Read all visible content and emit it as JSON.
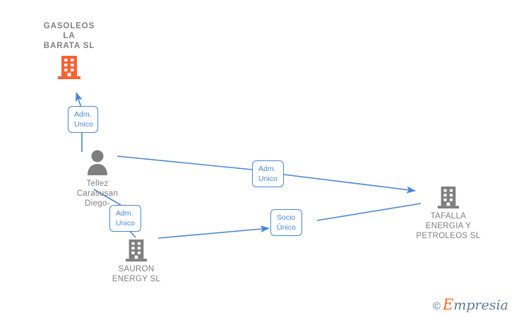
{
  "diagram": {
    "type": "corporate-relationship-graph",
    "colors": {
      "company_highlight": "#f96132",
      "company_default": "#7f7f7f",
      "person": "#7f7f7f",
      "edge": "#4a86d6",
      "chip_border": "#4a86d6",
      "chip_text": "#4a86d6",
      "label_text": "#808080",
      "background": "#ffffff"
    },
    "nodes": [
      {
        "id": "gasoleos",
        "kind": "company",
        "icon": "building-icon",
        "label": "GASOLEOS\nLA\nBARATA  SL",
        "highlighted": true
      },
      {
        "id": "person",
        "kind": "person",
        "icon": "person-icon",
        "label": "Tellez\nCarasusan\nDiego-",
        "highlighted": false
      },
      {
        "id": "tafalla",
        "kind": "company",
        "icon": "building-icon",
        "label": "TAFALLA\nENERGIA Y\nPETROLEOS SL",
        "highlighted": false
      },
      {
        "id": "sauron",
        "kind": "company",
        "icon": "building-icon",
        "label": "SAURON\nENERGY  SL",
        "highlighted": false
      }
    ],
    "edges": [
      {
        "id": "person-to-gasoleos",
        "from": "person",
        "to": "gasoleos",
        "chip": "Adm.\nUnico",
        "arrow": "to-target"
      },
      {
        "id": "person-to-tafalla",
        "from": "person",
        "to": "tafalla",
        "chip": "Adm.\nUnico",
        "arrow": "to-target"
      },
      {
        "id": "person-to-sauron",
        "from": "person",
        "to": "sauron",
        "chip": "Adm.\nUnico",
        "arrow": "to-target"
      },
      {
        "id": "tafalla-to-sauron",
        "from": "tafalla",
        "to": "sauron",
        "chip": "Socio\nÚnico",
        "arrow": "to-target"
      }
    ]
  },
  "watermark": {
    "copyright": "©",
    "brand_initial": "E",
    "brand_rest": "mpresia"
  }
}
